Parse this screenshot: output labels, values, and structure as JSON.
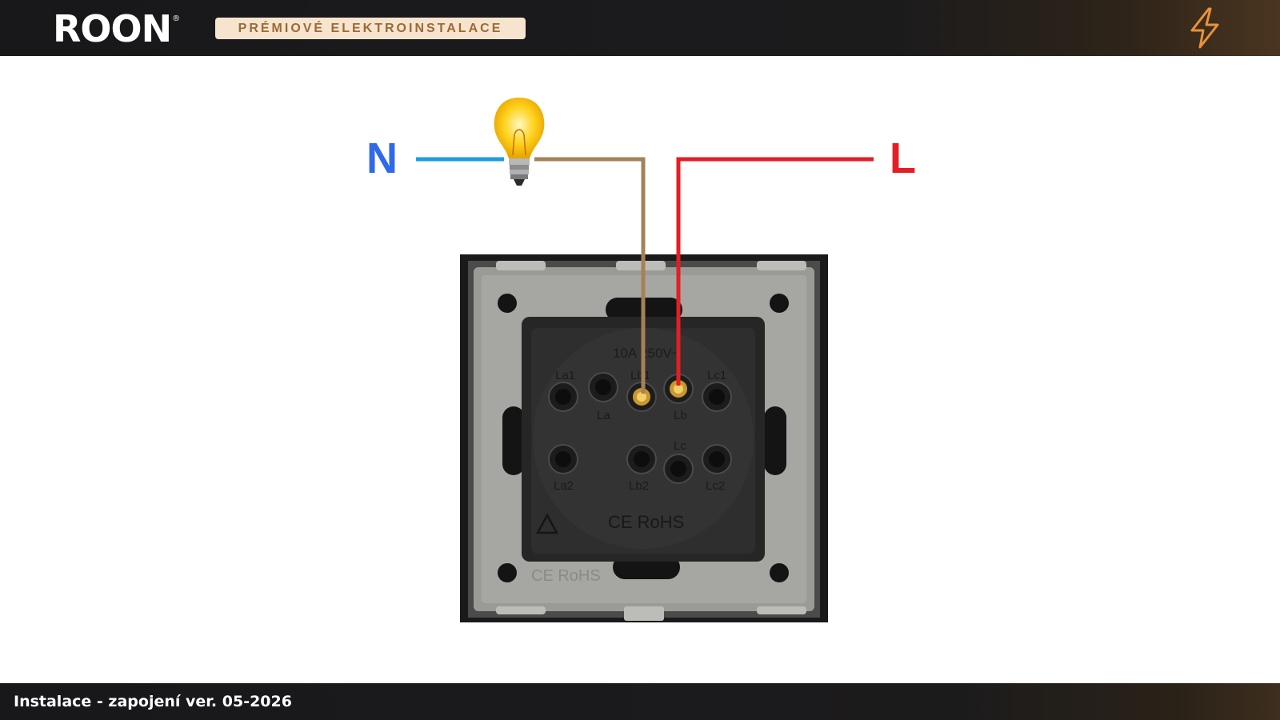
{
  "header": {
    "logo_text": "ROON",
    "logo_mark": "®",
    "tagline": "PRÉMIOVÉ ELEKTROINSTALACE",
    "bolt_icon": "lightning-bolt-icon",
    "accent_color": "#e8923a"
  },
  "diagram": {
    "neutral_label": "N",
    "live_label": "L",
    "neutral_color": "#2f6ae8",
    "live_color": "#e31e24",
    "neutral_wire_color": "#1e9be0",
    "load_wire_color": "#a48257",
    "bulb_icon": "light-bulb-icon",
    "device_text": {
      "rating": "10A 250V~",
      "terminal_la1": "La1",
      "terminal_la": "La",
      "terminal_lb1": "Lb1",
      "terminal_lb": "Lb",
      "terminal_lc1": "Lc1",
      "terminal_lc": "Lc",
      "terminal_la2": "La2",
      "terminal_lb2": "Lb2",
      "terminal_lc2": "Lc2",
      "marking_inner": "CE RoHS",
      "marking_frame": "CE RoHS"
    }
  },
  "footer": {
    "caption": "Instalace - zapojení ver. 05-2026"
  }
}
